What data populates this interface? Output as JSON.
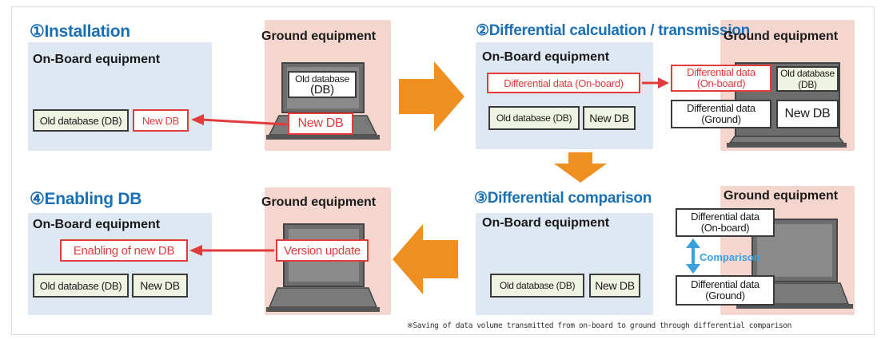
{
  "steps": {
    "installation": {
      "title": "①Installation",
      "onboard_heading": "On-Board equipment",
      "ground_heading": "Ground equipment",
      "old_db": "Old database (DB)",
      "new_db": "New DB",
      "laptop_old_db_line1": "Old database",
      "laptop_old_db_line2": "(DB)",
      "laptop_new_db": "New DB"
    },
    "differential": {
      "title": "②Differential calculation / transmission",
      "onboard_heading": "On-Board equipment",
      "ground_heading": "Ground equipment",
      "diff_onboard": "Differential data (On-board)",
      "old_db": "Old database (DB)",
      "new_db": "New DB",
      "ground_diff_onboard_line1": "Differential data",
      "ground_diff_onboard_line2": "(On-board)",
      "ground_old_db_line1": "Old database",
      "ground_old_db_line2": "(DB)",
      "ground_diff_ground_line1": "Differential data",
      "ground_diff_ground_line2": "(Ground)",
      "ground_new_db": "New DB"
    },
    "comparison": {
      "title": "③Differential comparison",
      "onboard_heading": "On-Board equipment",
      "ground_heading": "Ground equipment",
      "old_db": "Old database (DB)",
      "new_db": "New DB",
      "diff_onboard_line1": "Differential data",
      "diff_onboard_line2": "(On-board)",
      "comparison_label": "Comparison",
      "diff_ground_line1": "Differential data",
      "diff_ground_line2": "(Ground)"
    },
    "enabling": {
      "title": "④Enabling DB",
      "onboard_heading": "On-Board equipment",
      "ground_heading": "Ground equipment",
      "enabling_new_db": "Enabling of new DB",
      "version_update": "Version update",
      "old_db": "Old database (DB)",
      "new_db": "New DB"
    }
  },
  "footnote": "※Saving of data volume transmitted from on-board to ground through differential comparison",
  "colors": {
    "title_blue": "#1a6fb5",
    "flow_orange": "#ef8f1f",
    "data_red": "#e23b3b",
    "compare_blue": "#3aa0e0"
  }
}
